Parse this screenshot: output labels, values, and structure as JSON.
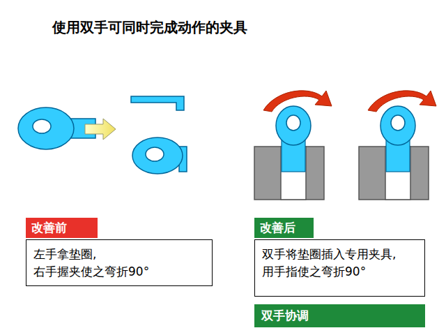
{
  "diagram": {
    "title": "使用双手可同时完成动作的夹具",
    "nodes": [
      {
        "text": [
          "改善前"
        ]
      },
      {
        "text": [
          "左手拿垫圈, 右手握夹使之弯折90°"
        ]
      },
      {
        "text": [
          "改善后"
        ]
      },
      {
        "text": [
          "双手将垫圈插入专用夹具, 用手指使之弯折90°"
        ]
      },
      {
        "text": [
          "双手协调"
        ]
      }
    ]
  }
}
